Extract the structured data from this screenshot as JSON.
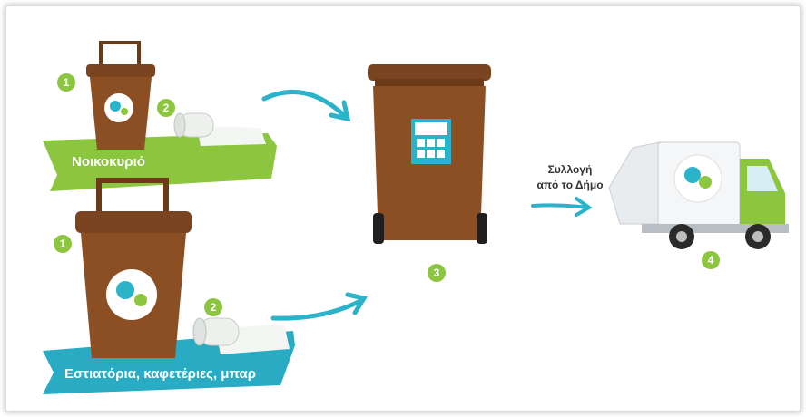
{
  "labels": {
    "household": "Νοικοκυριό",
    "businesses": "Εστιατόρια, καφετέριες, μπαρ",
    "collection_line1": "Συλλογή",
    "collection_line2": "από το Δήμο"
  },
  "steps": {
    "s1": "1",
    "s2": "2",
    "s3": "3",
    "s4": "4"
  },
  "colors": {
    "household_banner": "#8cc63f",
    "business_banner": "#29abc4",
    "bin_brown": "#8b4f23",
    "arrow_teal": "#2bb3c9",
    "truck_green": "#8cc63f",
    "step_badge": "#8cc63f"
  },
  "icons": [
    "kitchen-caddy-icon",
    "compostable-bag-roll-icon",
    "wheelie-bin-icon",
    "garbage-truck-icon",
    "arrow-icon"
  ]
}
